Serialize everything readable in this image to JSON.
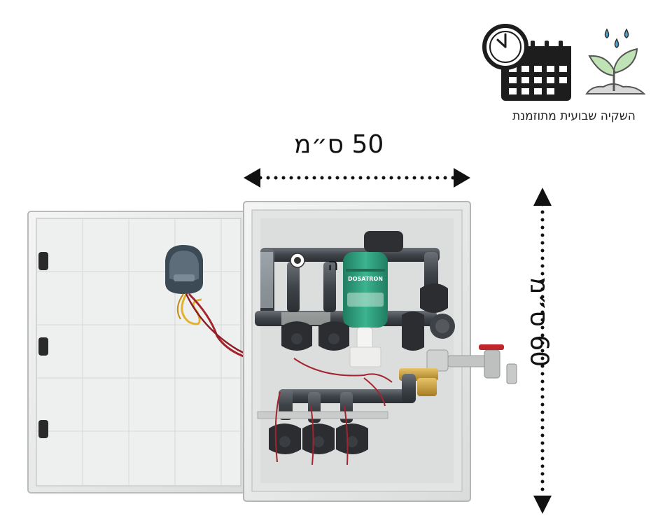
{
  "header": {
    "caption": "השקיה שבועית מתוזמנת",
    "clock_icon": "calendar-clock-icon",
    "plant_icon": "plant-watering-icon"
  },
  "dimensions": {
    "width_label": "50 ס״מ",
    "height_label": "60 ס״מ"
  },
  "product": {
    "marker_letter": "ה",
    "dosatron_label": "DOSATRON"
  },
  "colors": {
    "cabinet": "#e9ebea",
    "pipe": "#4a4f55",
    "dosatron_green": "#2f9d7c",
    "wire_red": "#a3242f",
    "icon_green": "#bfe3b4",
    "drop_blue": "#4aa6d8"
  }
}
